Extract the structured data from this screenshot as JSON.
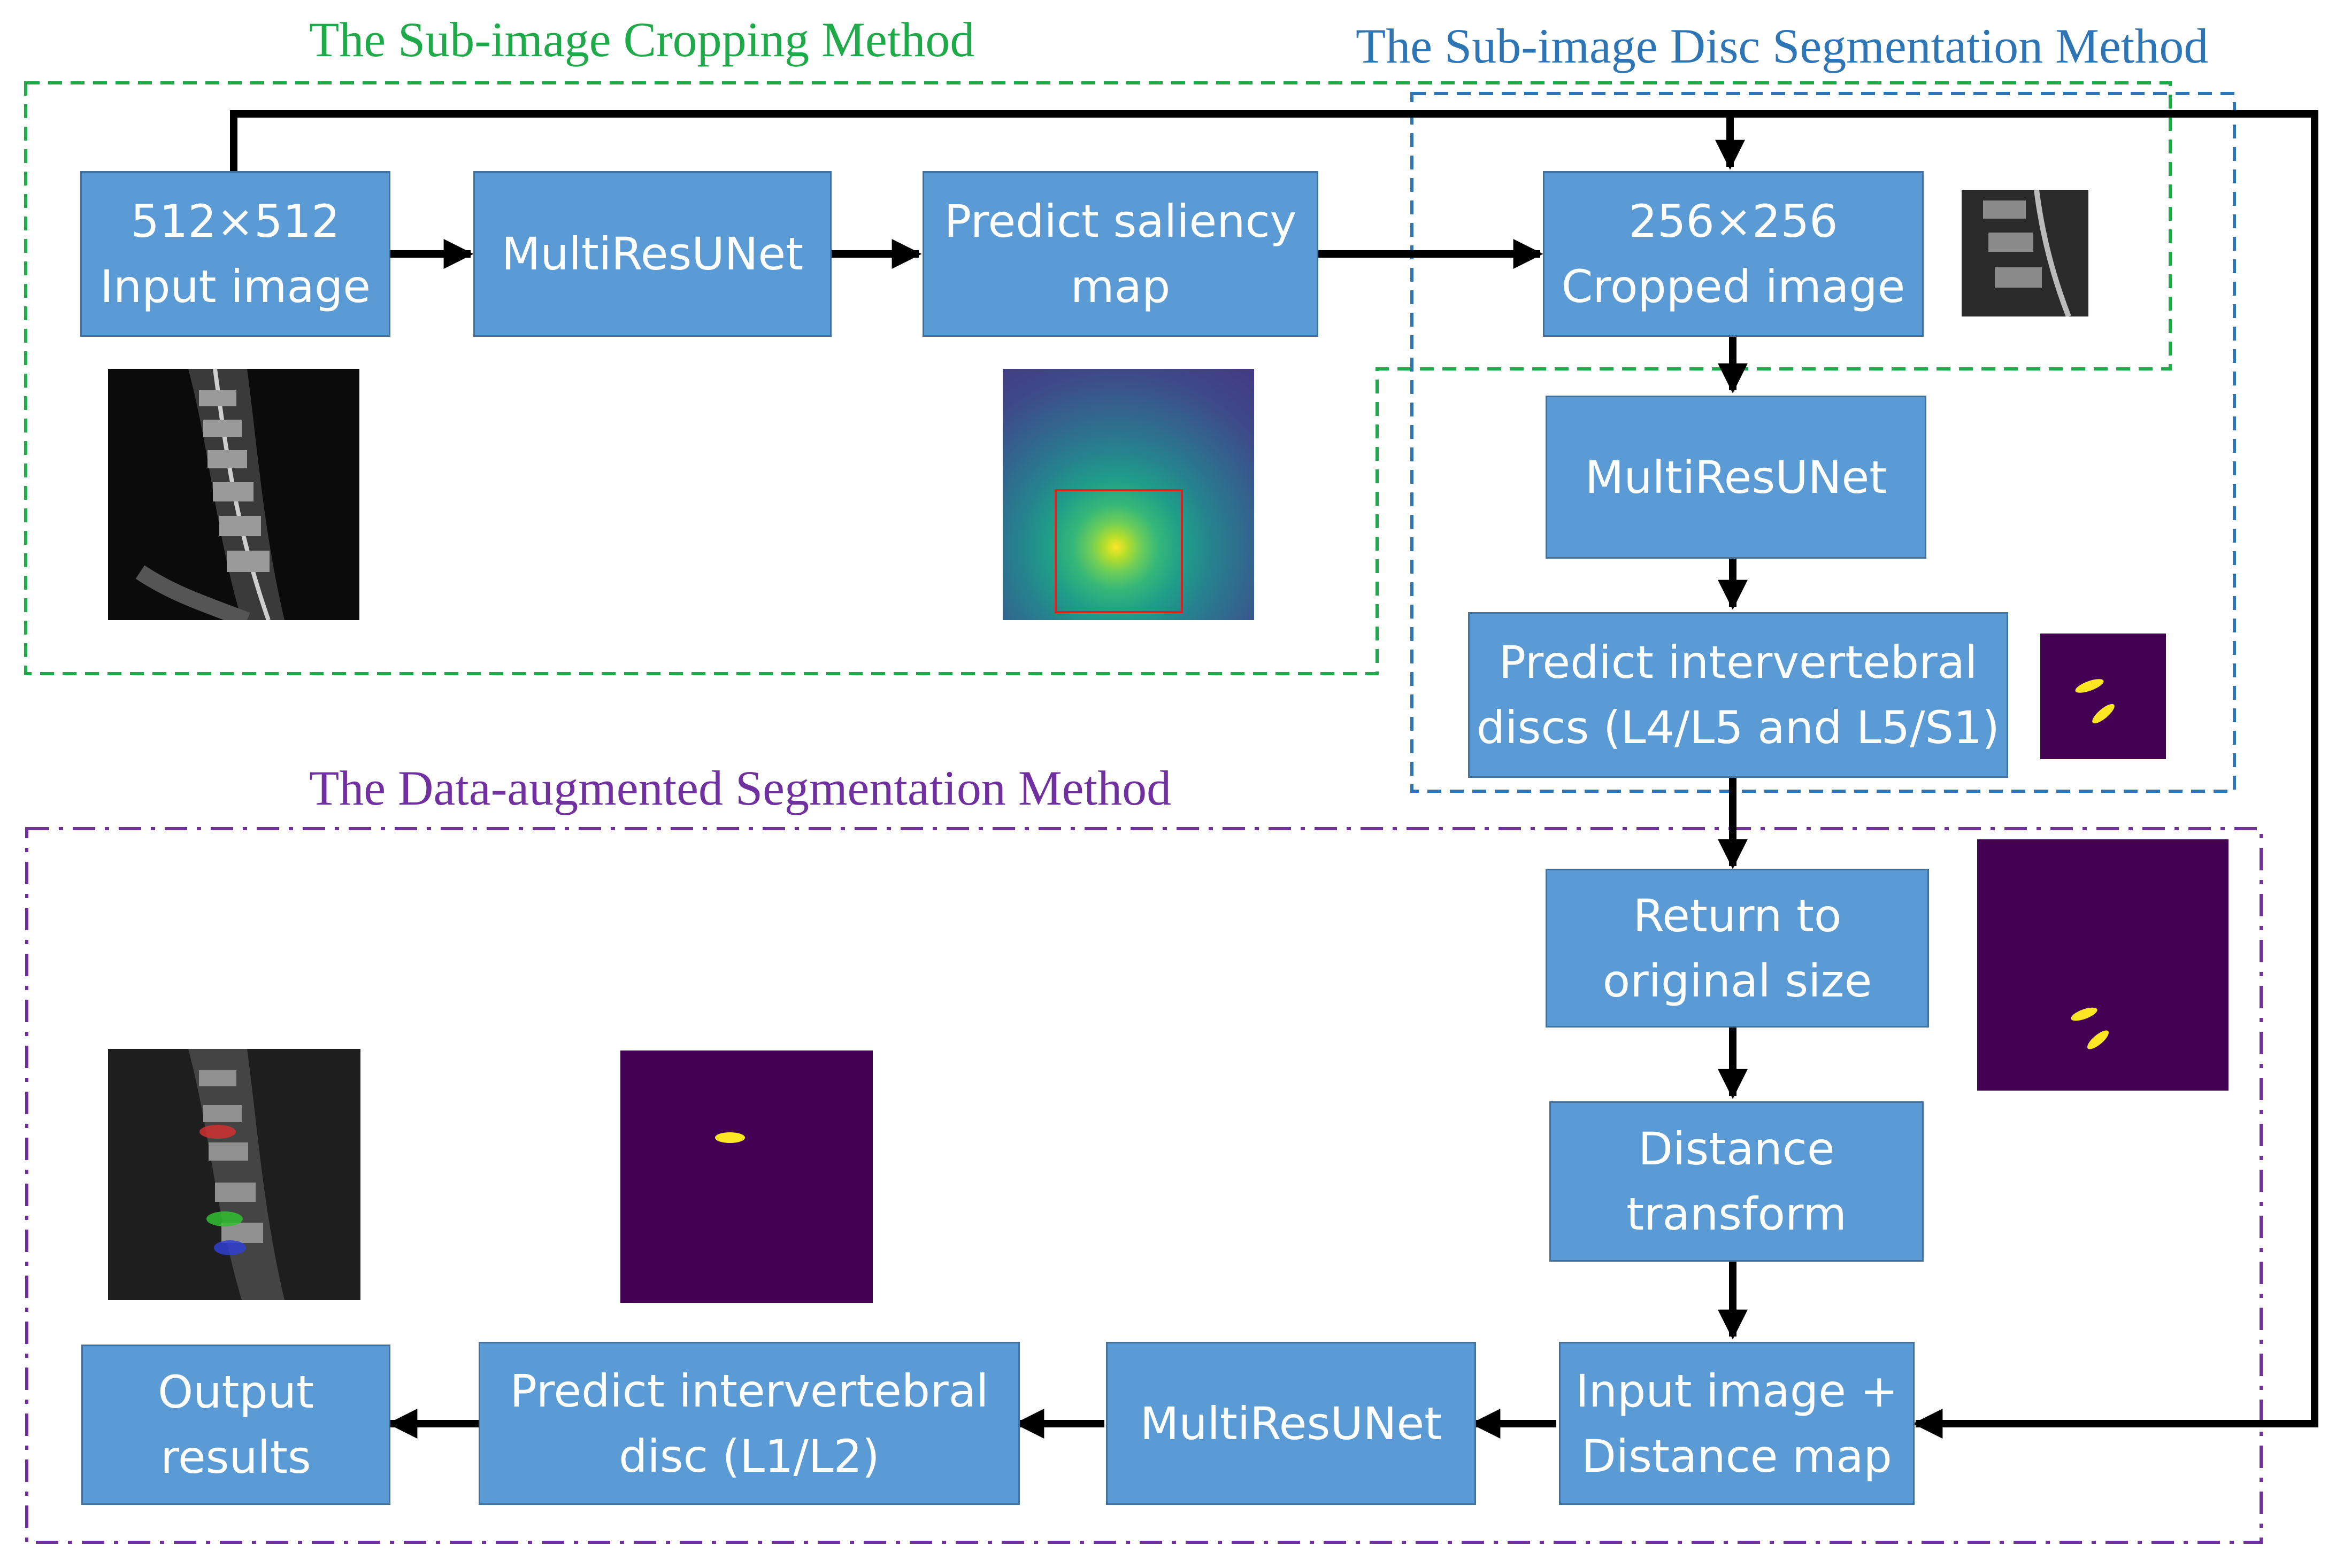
{
  "regions": {
    "cropping_title": "The Sub-image Cropping Method",
    "disc_seg_title": "The Sub-image Disc Segmentation Method",
    "augmented_title": "The Data-augmented Segmentation Method"
  },
  "boxes": {
    "input_image": [
      "512×512",
      "Input image"
    ],
    "multiresunet_1": [
      "MultiResUNet"
    ],
    "saliency_map": [
      "Predict saliency",
      "map"
    ],
    "cropped_image": [
      "256×256",
      "Cropped image"
    ],
    "multiresunet_2": [
      "MultiResUNet"
    ],
    "predict_discs": [
      "Predict intervertebral",
      "discs (L4/L5 and L5/S1)"
    ],
    "return_size": [
      "Return to",
      "original size"
    ],
    "distance_transform": [
      "Distance",
      "transform"
    ],
    "input_distance": [
      "Input image +",
      "Distance map"
    ],
    "multiresunet_3": [
      "MultiResUNet"
    ],
    "predict_disc_l1l2": [
      "Predict intervertebral",
      "disc (L1/L2)"
    ],
    "output_results": [
      "Output",
      "results"
    ]
  },
  "colors": {
    "box_fill": "#5b9bd5",
    "box_border": "#41719c",
    "cropping_region": "#1faa4a",
    "disc_seg_region": "#2e75b6",
    "augmented_region": "#7030a0",
    "arrow": "#000000"
  }
}
